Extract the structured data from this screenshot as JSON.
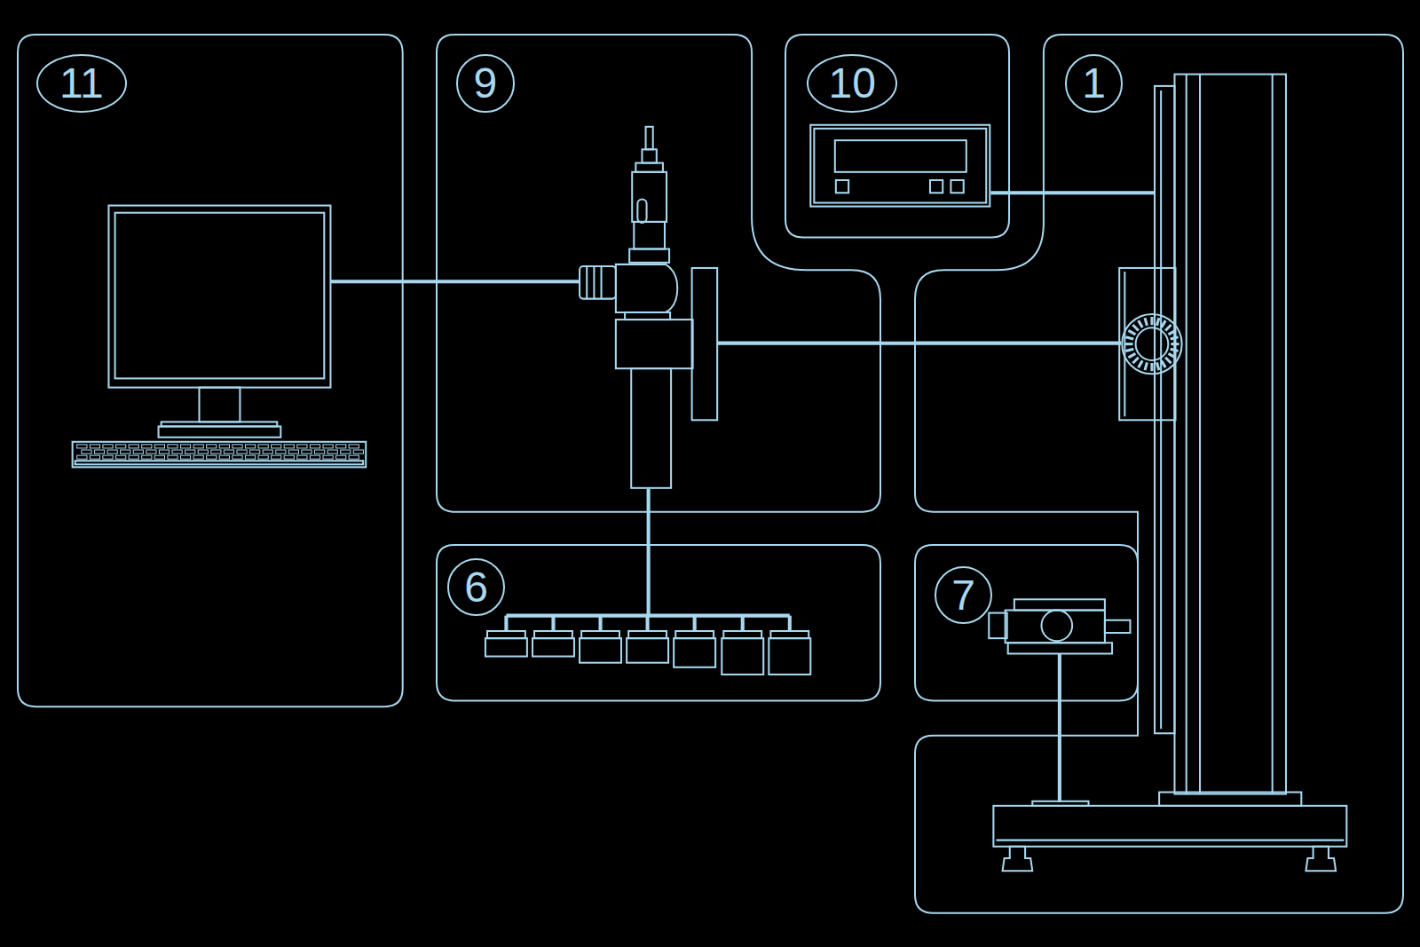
{
  "diagram": {
    "nodes": [
      {
        "text": [
          "11"
        ]
      },
      {
        "text": [
          "9"
        ]
      },
      {
        "text": [
          "10"
        ]
      },
      {
        "text": [
          "1"
        ]
      },
      {
        "text": [
          "6"
        ]
      },
      {
        "text": [
          "7"
        ]
      }
    ],
    "edges": [
      {
        "from": 0,
        "to": 1,
        "arrow": "none"
      },
      {
        "from": 2,
        "to": 3,
        "arrow": "none"
      },
      {
        "from": 1,
        "to": 3,
        "arrow": "none"
      },
      {
        "from": 1,
        "to": 4,
        "arrow": "none"
      },
      {
        "from": 5,
        "to": 3,
        "arrow": "none"
      }
    ]
  }
}
